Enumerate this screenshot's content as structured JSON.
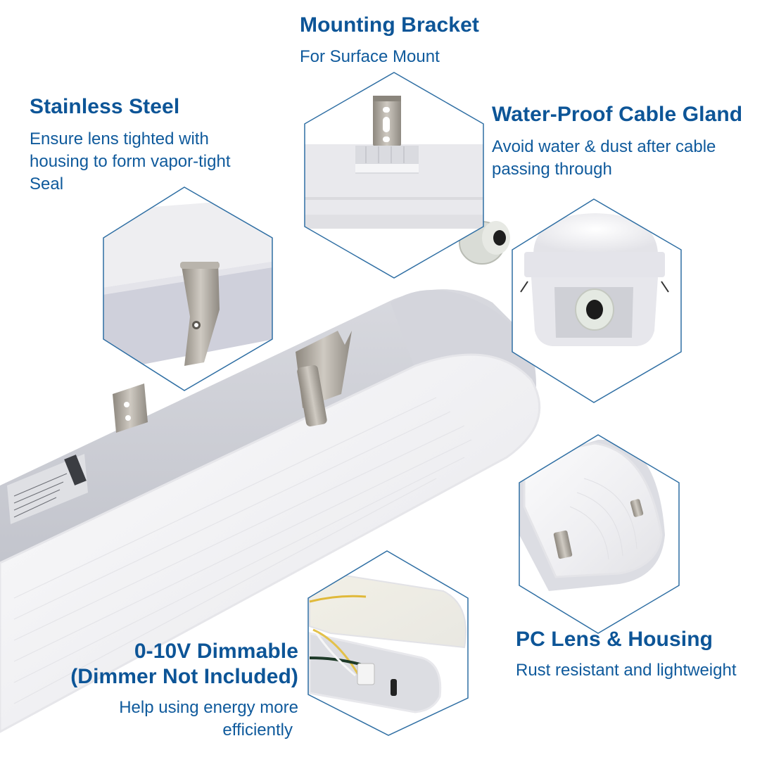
{
  "callouts": {
    "mounting_bracket": {
      "title": "Mounting Bracket",
      "desc_lines": [
        "For Surface Mount"
      ]
    },
    "stainless_steel": {
      "title": "Stainless Steel",
      "desc_lines": [
        "Ensure lens tighted with",
        "housing to form vapor-tight",
        "Seal"
      ]
    },
    "cable_gland": {
      "title": "Water-Proof Cable Gland",
      "desc_lines": [
        "Avoid water & dust after cable",
        "passing through"
      ]
    },
    "dimmable": {
      "title_lines": [
        "0-10V Dimmable",
        "(Dimmer Not Included)"
      ],
      "desc_lines": [
        "Help using energy more",
        "efficiently"
      ]
    },
    "pc_lens": {
      "title": "PC Lens & Housing",
      "desc_lines": [
        "Rust resistant and lightweight"
      ]
    }
  },
  "colors": {
    "heading_blue": "#0d5597",
    "body_blue": "#0f5a9c",
    "hex_outline": "#2e6ea3",
    "housing_gray": "#c9cbd3",
    "lens_white": "#f3f3f5",
    "steel": "#a9a49c"
  }
}
